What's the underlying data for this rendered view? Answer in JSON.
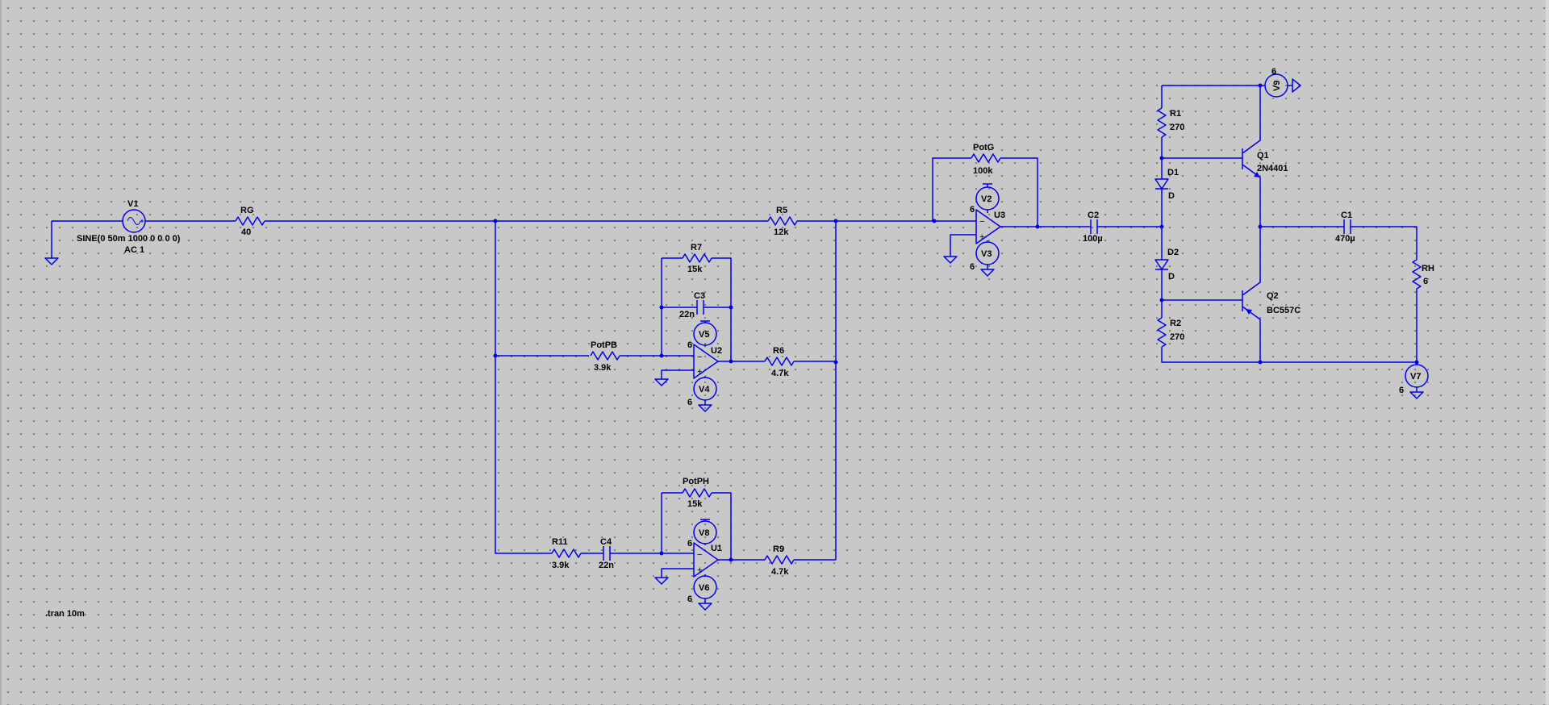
{
  "source": {
    "name": "V1",
    "value": "SINE(0 50m 1000 0 0 0 0)",
    "ac": "AC 1"
  },
  "directive": ".tran 10m",
  "components": {
    "RG": {
      "name": "RG",
      "value": "40"
    },
    "R5": {
      "name": "R5",
      "value": "12k"
    },
    "R7": {
      "name": "R7",
      "value": "15k"
    },
    "C3": {
      "name": "C3",
      "value": "22n"
    },
    "PotPB": {
      "name": "PotPB",
      "value": "3.9k"
    },
    "R6": {
      "name": "R6",
      "value": "4.7k"
    },
    "PotPH": {
      "name": "PotPH",
      "value": "15k"
    },
    "R11": {
      "name": "R11",
      "value": "3.9k"
    },
    "C4": {
      "name": "C4",
      "value": "22n"
    },
    "R9": {
      "name": "R9",
      "value": "4.7k"
    },
    "PotG": {
      "name": "PotG",
      "value": "100k"
    },
    "C2": {
      "name": "C2",
      "value": "100µ"
    },
    "R1": {
      "name": "R1",
      "value": "270"
    },
    "R2": {
      "name": "R2",
      "value": "270"
    },
    "D1": {
      "name": "D1",
      "value": "D"
    },
    "D2": {
      "name": "D2",
      "value": "D"
    },
    "Q1": {
      "name": "Q1",
      "value": "2N4401"
    },
    "Q2": {
      "name": "Q2",
      "value": "BC557C"
    },
    "C1": {
      "name": "C1",
      "value": "470µ"
    },
    "RH": {
      "name": "RH",
      "value": "6"
    }
  },
  "opamps": {
    "U1": "U1",
    "U2": "U2",
    "U3": "U3"
  },
  "supplies": {
    "V2": {
      "name": "V2",
      "value": "6"
    },
    "V3": {
      "name": "V3",
      "value": "6"
    },
    "V4": {
      "name": "V4",
      "value": "6"
    },
    "V5": {
      "name": "V5",
      "value": "6"
    },
    "V6": {
      "name": "V6",
      "value": "6"
    },
    "V7": {
      "name": "V7",
      "value": "6"
    },
    "V8": {
      "name": "V8",
      "value": "6"
    },
    "V9": {
      "name": "V9",
      "value": "6"
    }
  },
  "colors": {
    "wire": "#0000ee",
    "background": "#c8c8c8",
    "grid_dot": "#6a6a6a"
  }
}
